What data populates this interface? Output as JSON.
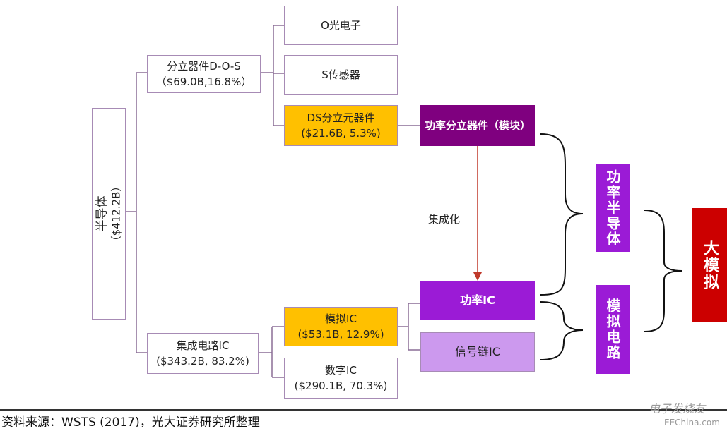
{
  "root": {
    "name": "半导体",
    "value": "（$412.2B）"
  },
  "dos": {
    "name": "分立器件D-O-S",
    "value": "（$69.0B,16.8%）"
  },
  "ic": {
    "name": "集成电路IC",
    "value": "($343.2B, 83.2%)"
  },
  "optical": {
    "name": "O光电子"
  },
  "sensor": {
    "name": "S传感器"
  },
  "discrete": {
    "name": "DS分立元器件",
    "value": "($21.6B, 5.3%)"
  },
  "analog": {
    "name": "模拟IC",
    "value": "($53.1B, 12.9%)"
  },
  "digital": {
    "name": "数字IC",
    "value": "($290.1B, 70.3%)"
  },
  "power_discrete": {
    "name": "功率分立器件（模块）"
  },
  "integration_label": "集成化",
  "power_ic": {
    "name": "功率IC"
  },
  "signal_ic": {
    "name": "信号链IC"
  },
  "power_semi": {
    "name": "功率半导体"
  },
  "analog_circuit": {
    "name": "模拟电路"
  },
  "big_analog": {
    "name": "大模拟"
  },
  "footer": {
    "source": "资料来源：WSTS (2017)，光大证券研究所整理"
  },
  "watermark": {
    "text": "电子发烧友",
    "site": "EEChina.com"
  },
  "colors": {
    "orange": "#ffc000",
    "dark_purple": "#7f007f",
    "purple": "#9b1bd6",
    "light_violet": "#cc99ee",
    "red": "#cc0000",
    "arrow": "#c0392b",
    "connector": "#8a6d96"
  }
}
